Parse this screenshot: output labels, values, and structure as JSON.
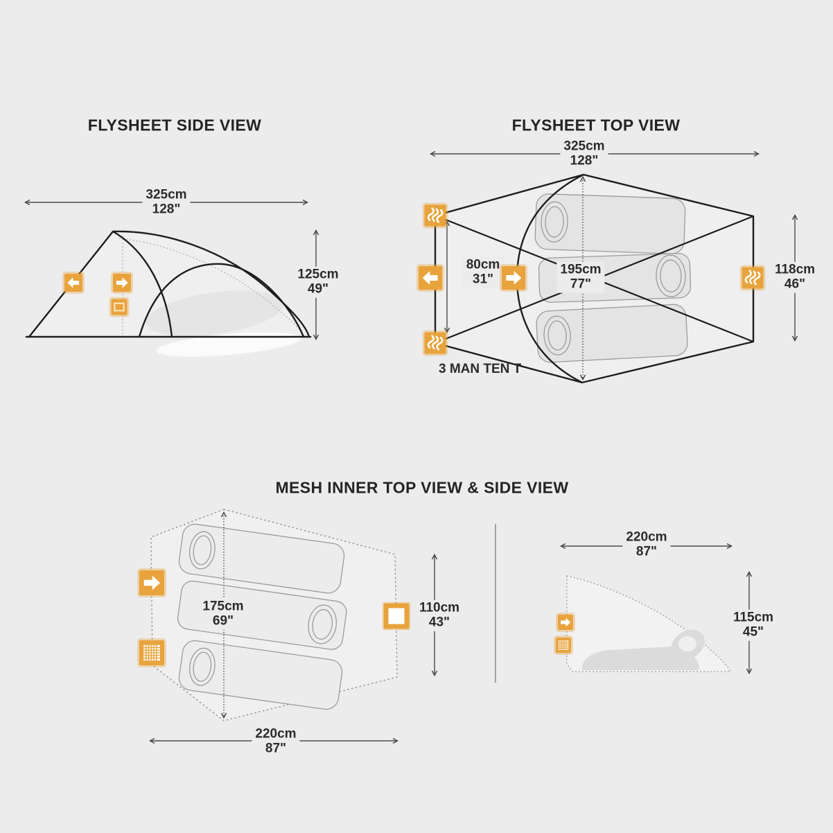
{
  "page": {
    "background": "#ECECEC",
    "accent_orange": "#E8A33C",
    "outline_color": "#1D1D1D",
    "dimension_line_color": "#4A4A4A",
    "text_color": "#2B2B2B"
  },
  "flysheet_side": {
    "title": "FLYSHEET SIDE VIEW",
    "dims": {
      "width": {
        "cm": "325cm",
        "in": "128\""
      },
      "height": {
        "cm": "125cm",
        "in": "49\""
      }
    },
    "icons": [
      "door-arrow-left",
      "door-arrow-right",
      "window"
    ]
  },
  "flysheet_top": {
    "title": "FLYSHEET TOP VIEW",
    "product_label": "3 MAN TEN T",
    "dims": {
      "width": {
        "cm": "325cm",
        "in": "128\""
      },
      "porch_depth": {
        "cm": "80cm",
        "in": "31\""
      },
      "inner_length": {
        "cm": "195cm",
        "in": "77\""
      },
      "side_width": {
        "cm": "118cm",
        "in": "46\""
      }
    },
    "icons": [
      "vent",
      "vent",
      "vent",
      "door-arrow-left",
      "door-arrow-right"
    ]
  },
  "mesh_inner": {
    "title": "MESH INNER TOP VIEW & SIDE VIEW",
    "top_view": {
      "dims": {
        "inner_width": {
          "cm": "175cm",
          "in": "69\""
        },
        "length": {
          "cm": "220cm",
          "in": "87\""
        },
        "height": {
          "cm": "110cm",
          "in": "43\""
        }
      },
      "icons": [
        "door-arrow-right",
        "mesh",
        "window-open"
      ]
    },
    "side_view": {
      "dims": {
        "length": {
          "cm": "220cm",
          "in": "87\""
        },
        "height": {
          "cm": "115cm",
          "in": "45\""
        }
      },
      "icons": [
        "door-arrow-right",
        "mesh"
      ]
    }
  }
}
